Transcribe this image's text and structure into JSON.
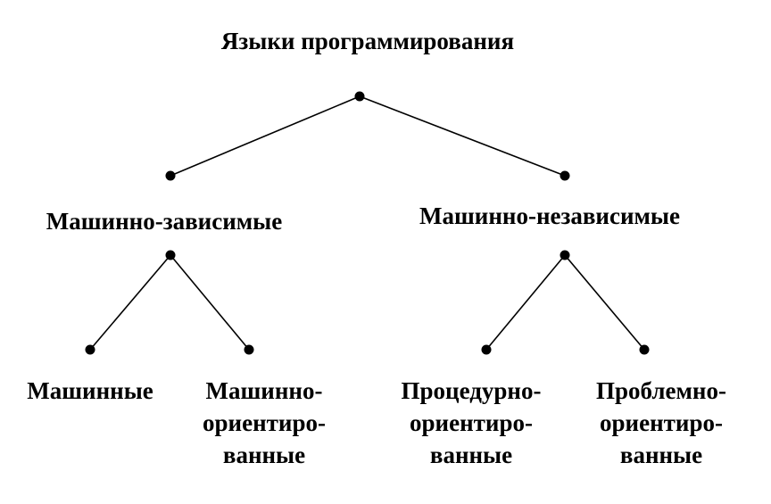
{
  "diagram": {
    "root": {
      "label": "Языки программирования"
    },
    "machine_dependent": {
      "label": "Машинно-зависимые"
    },
    "machine_independent": {
      "label": "Машинно-независимые"
    },
    "machine": {
      "label": "Машинные"
    },
    "machine_oriented": {
      "lines": [
        "Машинно-",
        "ориентиро-",
        "ванные"
      ]
    },
    "procedure_oriented": {
      "lines": [
        "Процедурно-",
        "ориентиро-",
        "ванные"
      ]
    },
    "problem_oriented": {
      "lines": [
        "Проблемно-",
        "ориентиро-",
        "ванные"
      ]
    }
  },
  "colors": {
    "line": "#000000",
    "node": "#000000",
    "text": "#000000",
    "background": "#ffffff"
  }
}
